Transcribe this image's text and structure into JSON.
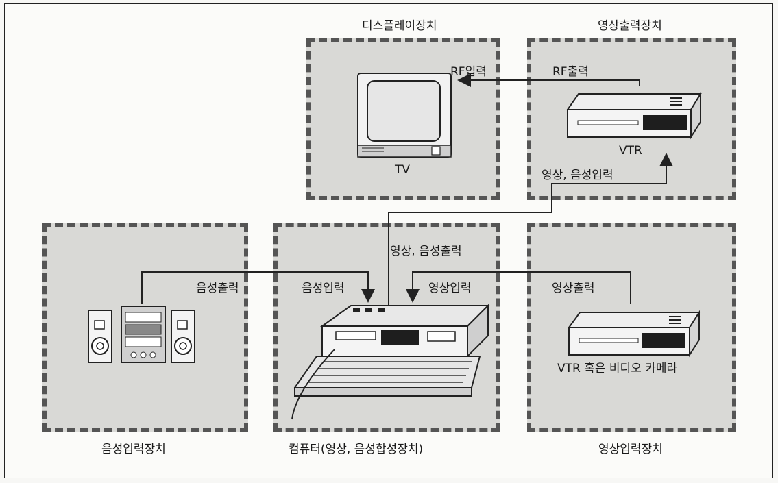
{
  "groups": {
    "display": "디스플레이장치",
    "video_out": "영상출력장치",
    "audio_in": "음성입력장치",
    "computer": "컴퓨터(영상, 음성합성장치)",
    "video_in": "영상입력장치"
  },
  "devices": {
    "tv": "TV",
    "vtr": "VTR",
    "camera": "VTR 혹은 비디오 카메라"
  },
  "connections": {
    "rf_in": "RF입력",
    "rf_out": "RF출력",
    "av_in": "영상, 음성입력",
    "av_out": "영상, 음성출력",
    "audio_out": "음성출력",
    "audio_in": "음성입력",
    "video_in": "영상입력",
    "video_out": "영상출력"
  },
  "colors": {
    "box_fill": "#d9d9d6",
    "box_border": "#555555",
    "line": "#222222"
  }
}
